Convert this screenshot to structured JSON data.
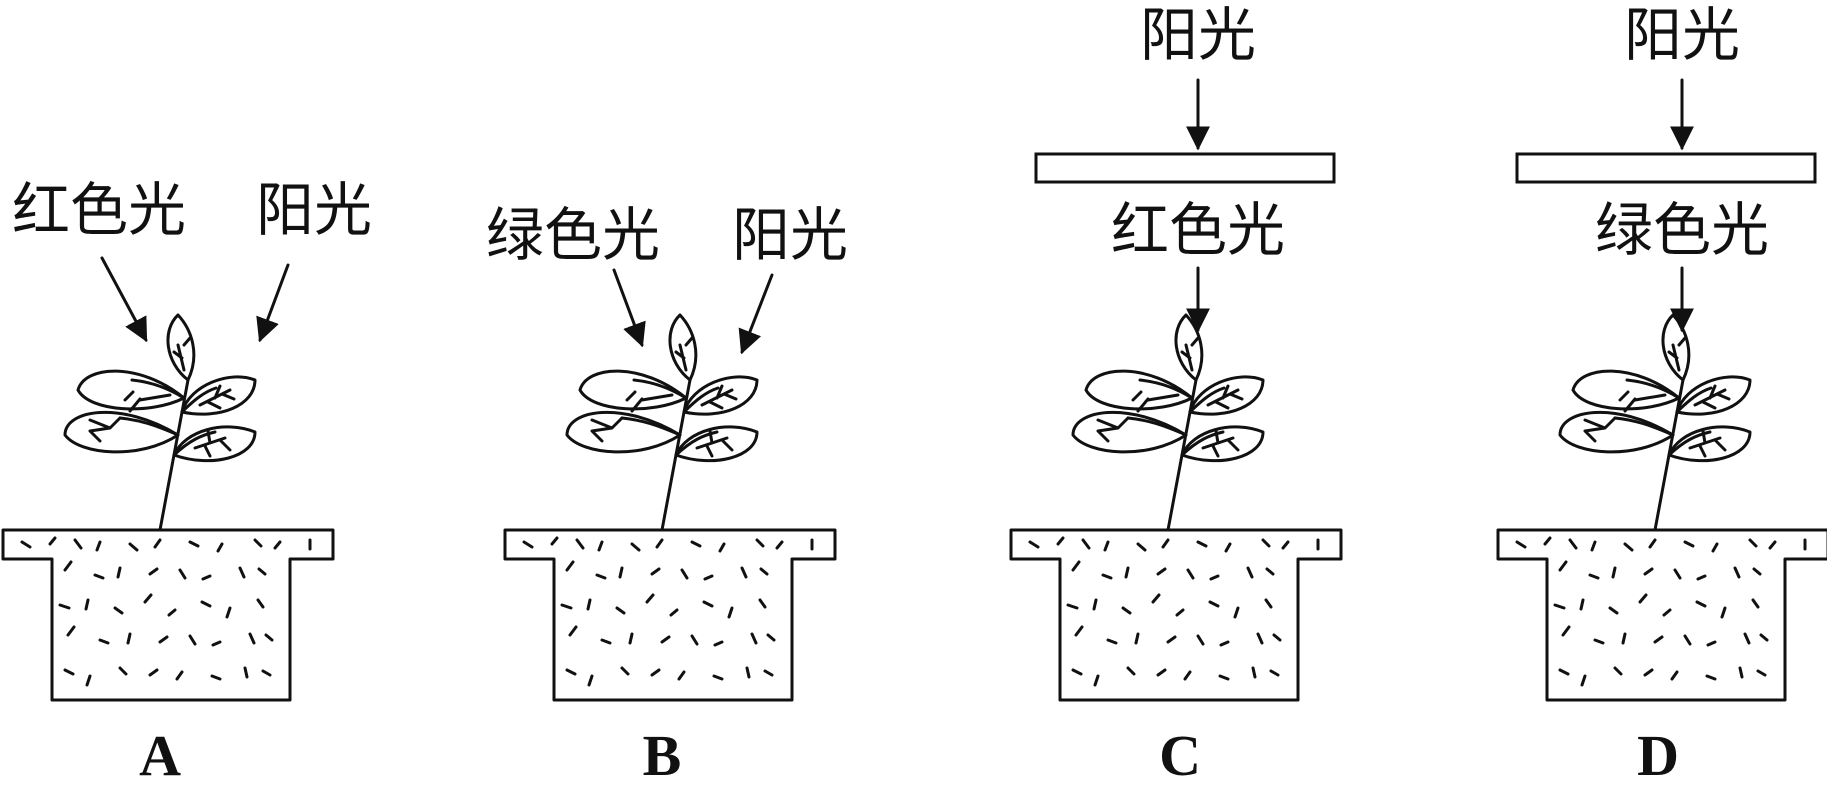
{
  "panels": [
    {
      "id": "A",
      "letter": "A",
      "labels": [
        "红色光",
        "阳光"
      ],
      "has_filter": false,
      "top_light": "",
      "filter_light": ""
    },
    {
      "id": "B",
      "letter": "B",
      "labels": [
        "绿色光",
        "阳光"
      ],
      "has_filter": false,
      "top_light": "",
      "filter_light": ""
    },
    {
      "id": "C",
      "letter": "C",
      "labels": [],
      "has_filter": true,
      "top_light": "阳光",
      "filter_light": "红色光"
    },
    {
      "id": "D",
      "letter": "D",
      "labels": [],
      "has_filter": true,
      "top_light": "阳光",
      "filter_light": "绿色光"
    }
  ],
  "colors": {
    "ink": "#111111",
    "background": "#ffffff"
  }
}
